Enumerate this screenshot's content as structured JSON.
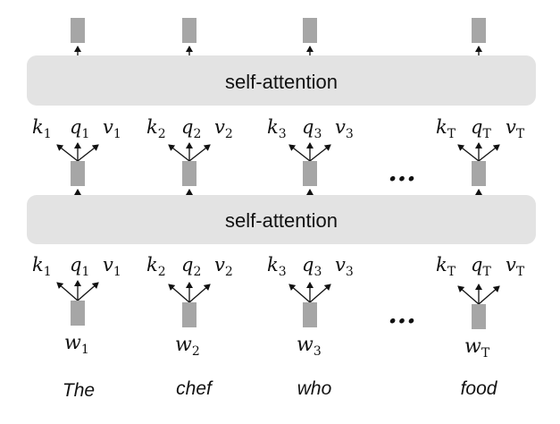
{
  "diagram": {
    "layers": [
      {
        "label": "self-attention"
      },
      {
        "label": "self-attention"
      }
    ],
    "columns": [
      {
        "key": "k",
        "query": "q",
        "value": "v",
        "sub": "1",
        "input": "w",
        "input_sub": "1",
        "word": "The"
      },
      {
        "key": "k",
        "query": "q",
        "value": "v",
        "sub": "2",
        "input": "w",
        "input_sub": "2",
        "word": "chef"
      },
      {
        "key": "k",
        "query": "q",
        "value": "v",
        "sub": "3",
        "input": "w",
        "input_sub": "3",
        "word": "who"
      },
      {
        "key": "k",
        "query": "q",
        "value": "v",
        "sub": "T",
        "input": "w",
        "input_sub": "T",
        "word": "food"
      }
    ],
    "ellipsis": "..."
  },
  "colors": {
    "band": "#e3e3e3",
    "box": "#a6a6a6",
    "text": "#111111"
  }
}
